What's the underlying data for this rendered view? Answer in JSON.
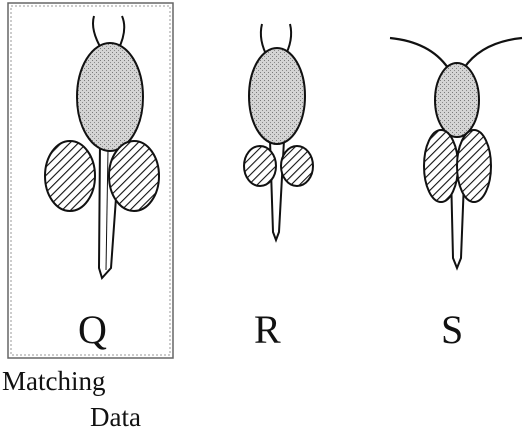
{
  "figures": [
    {
      "label": "Q"
    },
    {
      "label": "R"
    },
    {
      "label": "S"
    }
  ],
  "caption": {
    "line1": "Matching",
    "line2": "Data"
  },
  "colors": {
    "ink": "#111111",
    "body_fill": "#cfcfcf",
    "background": "#ffffff"
  }
}
